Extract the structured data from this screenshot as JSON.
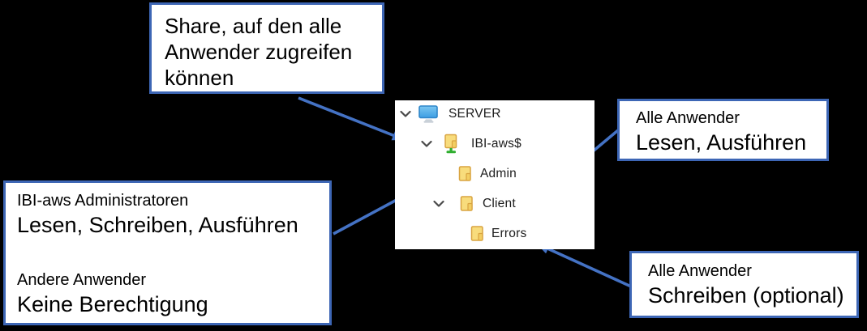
{
  "colors": {
    "background": "#000000",
    "accent_blue_arrow": "#4472C4",
    "box_border_blue": "#3D66B5",
    "box_background": "#FFFFFF",
    "tree_background": "#FFFFFF",
    "tree_text": "#1C1C1C",
    "callout_text": "#000000",
    "folder_yellow": "#F8DC7C",
    "folder_outline": "#D9A440",
    "share_green": "#2FAE2F",
    "monitor_blue": "#3D9EE3"
  },
  "callouts": {
    "share": {
      "lines": [
        "Share, auf den alle",
        "Anwender zugreifen",
        "können"
      ]
    },
    "admins": {
      "groups": [
        {
          "small": "IBI-aws Administratoren",
          "large": "Lesen, Schreiben, Ausführen"
        },
        {
          "small": "Andere Anwender",
          "large": "Keine Berechtigung"
        }
      ]
    },
    "client": {
      "small": "Alle Anwender",
      "large": "Lesen, Ausführen"
    },
    "errors": {
      "small": "Alle Anwender",
      "large": "Schreiben (optional)"
    }
  },
  "tree": {
    "items": [
      {
        "label": "SERVER",
        "icon": "computer-icon",
        "expanded": true
      },
      {
        "label": "IBI-aws$",
        "icon": "shared-folder-icon",
        "expanded": true
      },
      {
        "label": "Admin",
        "icon": "folder-icon",
        "expanded": false
      },
      {
        "label": "Client",
        "icon": "folder-icon",
        "expanded": true
      },
      {
        "label": "Errors",
        "icon": "folder-icon",
        "expanded": false
      }
    ]
  },
  "arrows": [
    {
      "from": "callout-share",
      "to": "tree-item IBI-aws$"
    },
    {
      "from": "callout-admin",
      "to": "tree-item Admin"
    },
    {
      "from": "callout-client",
      "to": "tree-item Client"
    },
    {
      "from": "callout-errors",
      "to": "tree-item Errors"
    }
  ]
}
